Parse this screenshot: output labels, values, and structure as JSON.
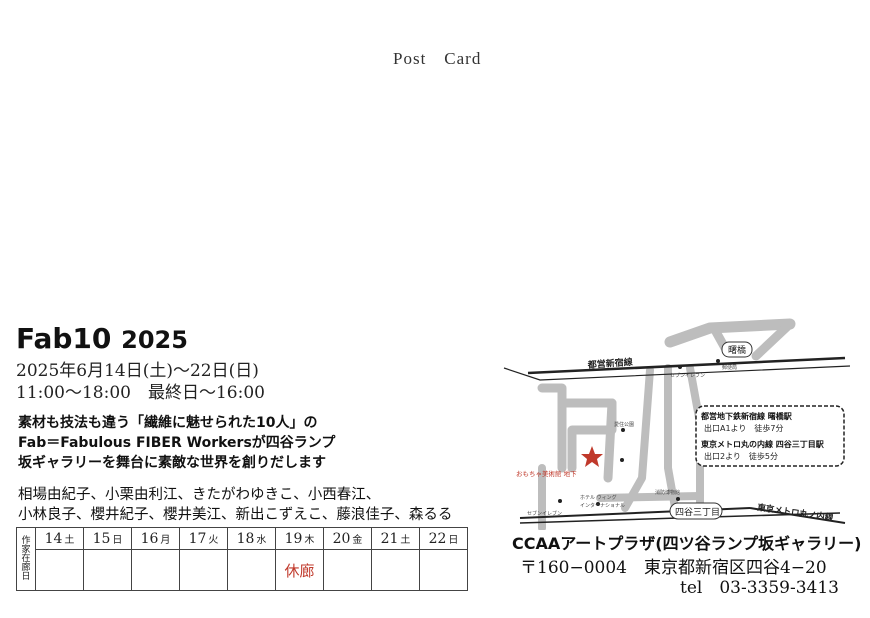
{
  "header": {
    "post_card": "Post　Card"
  },
  "event": {
    "title": "Fab10",
    "year": "2025",
    "date_line": "2025年6月14日(土)〜22日(日)",
    "time_line": "11:00〜18:00　最終日〜16:00",
    "desc": [
      "素材も技法も違う「繊維に魅せられた10人」の",
      "Fab＝Fabulous FIBER Workersが四谷ランプ",
      "坂ギャラリーを舞台に素敵な世界を創りだします"
    ],
    "artists": [
      "相場由紀子、小栗由利江、きたがわゆきこ、小西春江、",
      "小林良子、櫻井紀子、櫻井美江、新出こずえこ、藤浪佳子、森るる"
    ]
  },
  "schedule": {
    "label": "作家在廊日",
    "days": [
      {
        "num": "14",
        "dow": "土"
      },
      {
        "num": "15",
        "dow": "日"
      },
      {
        "num": "16",
        "dow": "月"
      },
      {
        "num": "17",
        "dow": "火"
      },
      {
        "num": "18",
        "dow": "水"
      },
      {
        "num": "19",
        "dow": "木"
      },
      {
        "num": "20",
        "dow": "金"
      },
      {
        "num": "21",
        "dow": "土"
      },
      {
        "num": "22",
        "dow": "日"
      }
    ],
    "closed_label": "休廊"
  },
  "map": {
    "line_toei": "都営新宿線",
    "akebonobashi": "曙橋",
    "post_office": "郵便局",
    "seven_eleven_1": "セブンイレブン",
    "park": "愛住公園",
    "museum": "おもちゃ美術館 地下",
    "seven_eleven_2": "セブンイレブン",
    "hotel_1": "ホテル ウィング",
    "hotel_2": "インターナショナル",
    "fire_museum": "消防博物館",
    "yotsuya_3": "四谷三丁目",
    "line_marunouchi": "東京メトロ丸ノ内線",
    "access": {
      "l1": "都営地下鉄新宿線 曙橋駅",
      "l2": "出口A1より　徒歩7分",
      "l3": "東京メトロ丸の内線 四谷三丁目駅",
      "l4": "出口2より　徒歩5分"
    },
    "accent_color": "#c0392b"
  },
  "venue": {
    "name": "CCAAアートプラザ(四ツ谷ランプ坂ギャラリー)",
    "address": "〒160−0004　東京都新宿区四谷4−20",
    "tel": "tel　03-3359-3413"
  }
}
